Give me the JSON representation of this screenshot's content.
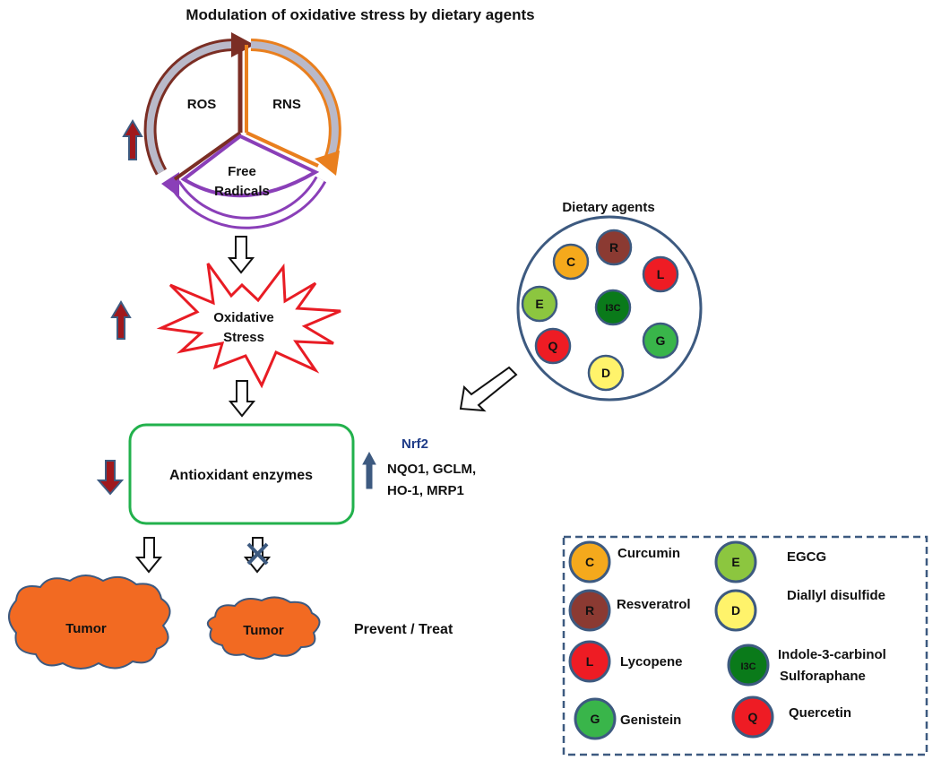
{
  "title": "Modulation of oxidative stress by dietary agents",
  "cycle": {
    "ros": "ROS",
    "rns": "RNS",
    "free_radicals_line1": "Free",
    "free_radicals_line2": "Radicals"
  },
  "oxidative_stress": {
    "line1": "Oxidative",
    "line2": "Stress"
  },
  "dietary": {
    "title": "Dietary agents",
    "agents": [
      {
        "letter": "C",
        "color": "#f5a91c"
      },
      {
        "letter": "R",
        "color": "#8b3a32"
      },
      {
        "letter": "L",
        "color": "#ee1c24"
      },
      {
        "letter": "E",
        "color": "#8cc63f"
      },
      {
        "letter": "I3C",
        "color": "#0a7a1a"
      },
      {
        "letter": "Q",
        "color": "#ee1c24"
      },
      {
        "letter": "G",
        "color": "#39b54a"
      },
      {
        "letter": "D",
        "color": "#fff36b"
      }
    ]
  },
  "enzymes": {
    "label": "Antioxidant enzymes",
    "nrf2": "Nrf2",
    "genes_line1": "NQO1, GCLM,",
    "genes_line2": "HO-1, MRP1"
  },
  "tumors": {
    "big": "Tumor",
    "small": "Tumor",
    "outcome": "Prevent / Treat"
  },
  "legend": [
    {
      "letter": "C",
      "name": "Curcumin",
      "color": "#f5a91c"
    },
    {
      "letter": "E",
      "name": "EGCG",
      "color": "#8cc63f"
    },
    {
      "letter": "R",
      "name": "Resveratrol",
      "color": "#8b3a32"
    },
    {
      "letter": "D",
      "name": "Diallyl disulfide",
      "color": "#fff36b"
    },
    {
      "letter": "L",
      "name": "Lycopene",
      "color": "#ee1c24"
    },
    {
      "letter": "I3C",
      "name": "Indole-3-carbinol",
      "name2": "Sulforaphane",
      "color": "#0a7a1a"
    },
    {
      "letter": "G",
      "name": "Genistein",
      "color": "#39b54a"
    },
    {
      "letter": "Q",
      "name": "Quercetin",
      "color": "#ee1c24"
    }
  ],
  "colors": {
    "ros_arrow": "#7b2e24",
    "rns_arrow": "#e97f1e",
    "radicals_arrow": "#8a3fb8",
    "star_outline": "#e81c24",
    "enzyme_box": "#22b14c",
    "tumor_fill": "#f26a22",
    "circle_outline": "#3d5a80",
    "up_arrow_fill": "#a0181c",
    "nrf2_text": "#1f3c88"
  }
}
